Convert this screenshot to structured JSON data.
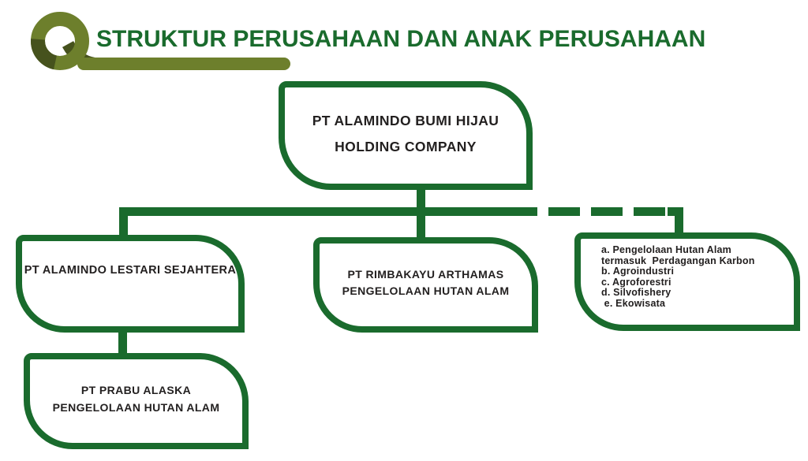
{
  "colors": {
    "green": "#1a6b2d",
    "olive": "#6d7f2c",
    "olive_dark": "#46521d",
    "text": "#232020"
  },
  "header": {
    "title": "STRUKTUR PERUSAHAAN DAN ANAK PERUSAHAAN",
    "logo_icon": "ribbon-loop-logo"
  },
  "org": {
    "root": {
      "line1": "PT ALAMINDO BUMI HIJAU",
      "line2": "HOLDING COMPANY"
    },
    "children": [
      {
        "id": "lestari",
        "link": "solid",
        "line1": "PT ALAMINDO LESTARI SEJAHTERA",
        "children": [
          {
            "id": "prabu",
            "link": "solid",
            "line1": "PT PRABU ALASKA",
            "line2": "PENGELOLAAN HUTAN ALAM"
          }
        ]
      },
      {
        "id": "rimbakayu",
        "link": "solid",
        "line1": "PT RIMBAKAYU ARTHAMAS",
        "line2": "PENGELOLAAN HUTAN ALAM"
      },
      {
        "id": "business-lines",
        "link": "dashed",
        "lines": [
          "a. Pengelolaan Hutan Alam",
          "termasuk  Perdagangan Karbon",
          "b. Agroindustri",
          "c. Agroforestri",
          "d. Silvofishery",
          " e. Ekowisata"
        ]
      }
    ]
  }
}
